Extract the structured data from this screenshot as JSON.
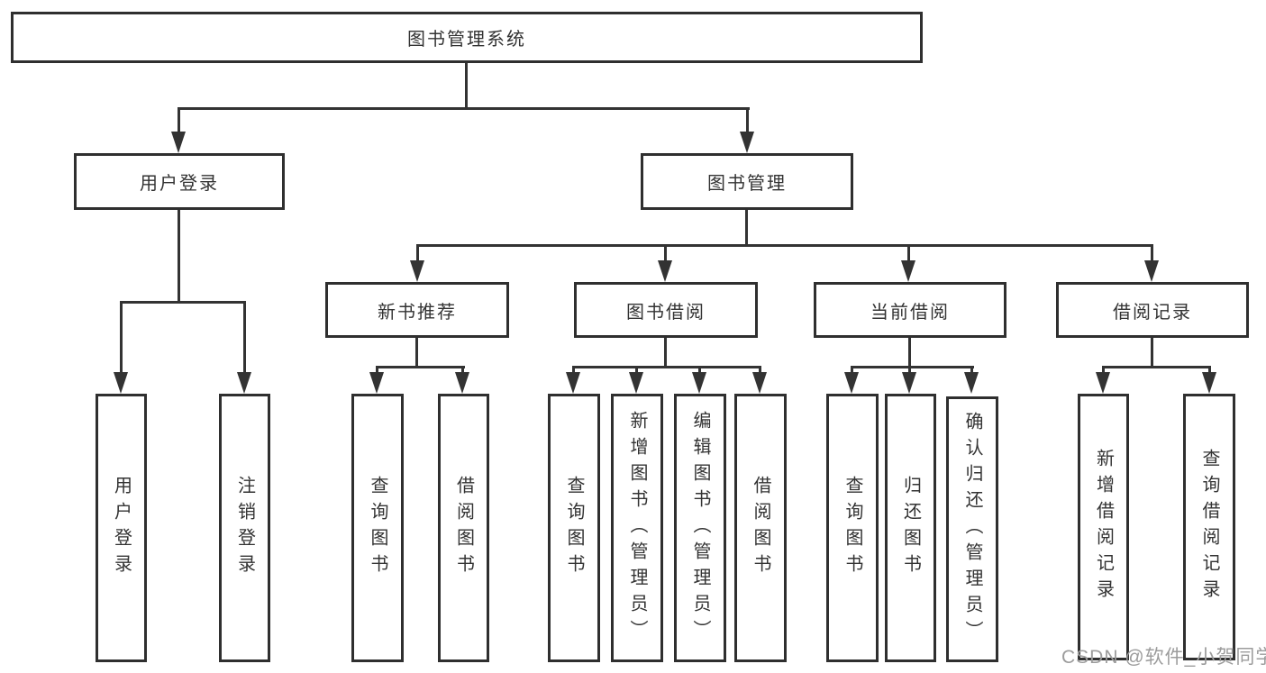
{
  "diagram_title": "图书管理系统",
  "nodes": {
    "root": "图书管理系统",
    "user_login": "用户登录",
    "book_mgmt": "图书管理",
    "new_book_rec": "新书推荐",
    "book_borrow": "图书借阅",
    "current_borrow": "当前借阅",
    "borrow_record": "借阅记录",
    "ul_login": "用户登录",
    "ul_logout": "注销登录",
    "nr_query": "查询图书",
    "nr_borrow": "借阅图书",
    "bb_query": "查询图书",
    "bb_add": "新增图书（管理员）",
    "bb_edit": "编辑图书（管理员）",
    "bb_borrow": "借阅图书",
    "cb_query": "查询图书",
    "cb_return": "归还图书",
    "cb_confirm": "确认归还（管理员）",
    "br_add": "新增借阅记录",
    "br_query": "查询借阅记录"
  },
  "structure": {
    "图书管理系统": {
      "用户登录": [
        "用户登录",
        "注销登录"
      ],
      "图书管理": {
        "新书推荐": [
          "查询图书",
          "借阅图书"
        ],
        "图书借阅": [
          "查询图书",
          "新增图书（管理员）",
          "编辑图书（管理员）",
          "借阅图书"
        ],
        "当前借阅": [
          "查询图书",
          "归还图书",
          "确认归还（管理员）"
        ],
        "借阅记录": [
          "新增借阅记录",
          "查询借阅记录"
        ]
      }
    }
  },
  "watermark": "CSDN @软件_小贺同学",
  "colors": {
    "line": "#333333",
    "box_border": "#2f2f2f",
    "text": "#333333",
    "watermark_text": "#9c9c9c",
    "background": "#ffffff"
  }
}
